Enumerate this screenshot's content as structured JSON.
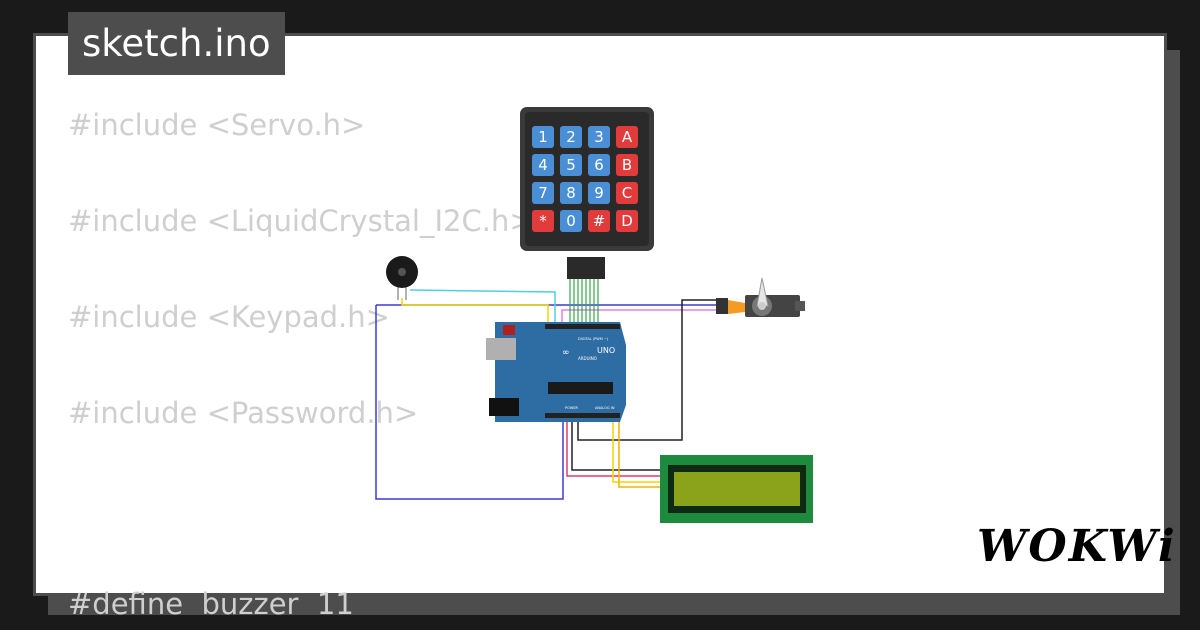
{
  "title": "sketch.ino",
  "code_lines": [
    "#include <Servo.h>",
    "#include <LiquidCrystal_I2C.h>",
    "#include <Keypad.h>",
    "#include <Password.h>",
    "#define  buzzer  11"
  ],
  "keypad": {
    "rows": [
      [
        "1",
        "2",
        "3",
        "A"
      ],
      [
        "4",
        "5",
        "6",
        "B"
      ],
      [
        "7",
        "8",
        "9",
        "C"
      ],
      [
        "*",
        "0",
        "#",
        "D"
      ]
    ]
  },
  "arduino": {
    "brand": "ARDUINO",
    "model": "UNO",
    "digital_label": "DIGITAL (PWM ~)",
    "analog_label": "ANALOG IN",
    "power_label": "POWER"
  },
  "logo": {
    "text": "WOKWi"
  },
  "colors": {
    "blue_key": "#4a8fd6",
    "red_key": "#e23b3b",
    "board": "#2e6da4",
    "lcd_frame": "#1e8a3e",
    "lcd_screen": "#8aa31a"
  }
}
